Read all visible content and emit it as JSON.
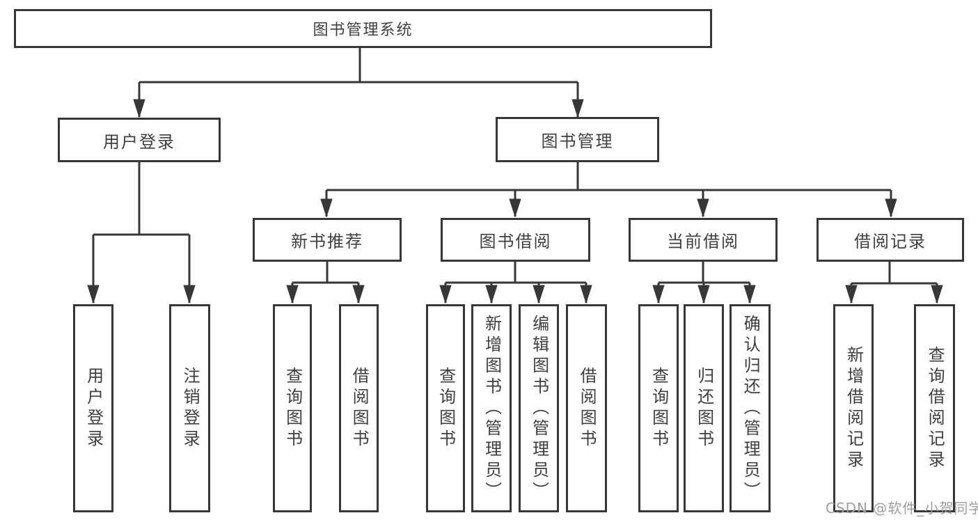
{
  "colors": {
    "line": "#373737",
    "text": "#3e3e3e",
    "node_background": "#ffffff",
    "watermark": "#9e9e9e",
    "page_background": "#ffffff"
  },
  "watermark": {
    "text": "CSDN @软件_小贺同学"
  },
  "tree": {
    "root": {
      "label": "图书管理系统"
    },
    "branches": [
      {
        "label": "用户登录",
        "children": [
          {
            "label": "用户登录"
          },
          {
            "label": "注销登录"
          }
        ]
      },
      {
        "label": "图书管理",
        "children": [
          {
            "label": "新书推荐",
            "children": [
              {
                "label": "查询图书"
              },
              {
                "label": "借阅图书"
              }
            ]
          },
          {
            "label": "图书借阅",
            "children": [
              {
                "label": "查询图书"
              },
              {
                "label": "新增图书（管理员）"
              },
              {
                "label": "编辑图书（管理员）"
              },
              {
                "label": "借阅图书"
              }
            ]
          },
          {
            "label": "当前借阅",
            "children": [
              {
                "label": "查询图书"
              },
              {
                "label": "归还图书"
              },
              {
                "label": "确认归还（管理员）"
              }
            ]
          },
          {
            "label": "借阅记录",
            "children": [
              {
                "label": "新增借阅记录"
              },
              {
                "label": "查询借阅记录"
              }
            ]
          }
        ]
      }
    ]
  }
}
